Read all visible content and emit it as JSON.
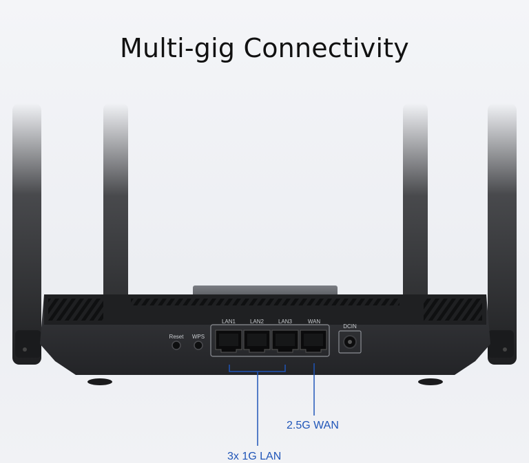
{
  "headline": "Multi-gig Connectivity",
  "router": {
    "buttons": {
      "reset_label": "Reset",
      "wps_label": "WPS"
    },
    "ports": [
      {
        "label": "LAN1"
      },
      {
        "label": "LAN2"
      },
      {
        "label": "LAN3"
      },
      {
        "label": "WAN"
      }
    ],
    "power_label": "DCIN"
  },
  "callouts": {
    "wan": "2.5G WAN",
    "lan": "3x 1G LAN"
  },
  "colors": {
    "callout_blue": "#1f55b8",
    "router_body": "#2a2b2e",
    "background": "#eef0f3"
  }
}
